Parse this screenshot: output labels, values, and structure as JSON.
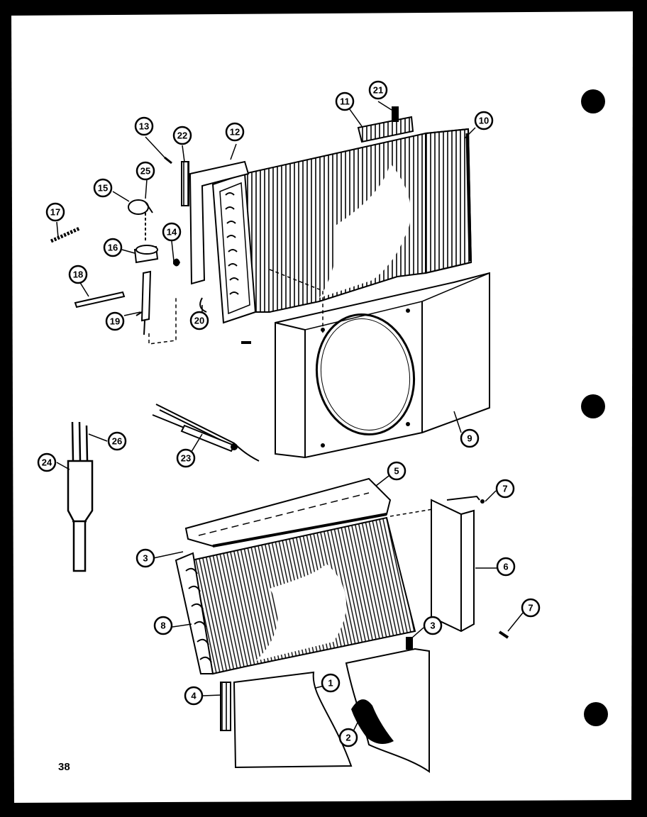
{
  "page_number": "38",
  "callouts": [
    {
      "id": "c1",
      "label": "1"
    },
    {
      "id": "c2",
      "label": "2"
    },
    {
      "id": "c3a",
      "label": "3"
    },
    {
      "id": "c3b",
      "label": "3"
    },
    {
      "id": "c4",
      "label": "4"
    },
    {
      "id": "c5",
      "label": "5"
    },
    {
      "id": "c6",
      "label": "6"
    },
    {
      "id": "c7a",
      "label": "7"
    },
    {
      "id": "c7b",
      "label": "7"
    },
    {
      "id": "c8",
      "label": "8"
    },
    {
      "id": "c9",
      "label": "9"
    },
    {
      "id": "c10",
      "label": "10"
    },
    {
      "id": "c11",
      "label": "11"
    },
    {
      "id": "c12",
      "label": "12"
    },
    {
      "id": "c13",
      "label": "13"
    },
    {
      "id": "c14",
      "label": "14"
    },
    {
      "id": "c15",
      "label": "15"
    },
    {
      "id": "c16",
      "label": "16"
    },
    {
      "id": "c17",
      "label": "17"
    },
    {
      "id": "c18",
      "label": "18"
    },
    {
      "id": "c19",
      "label": "19"
    },
    {
      "id": "c20",
      "label": "20"
    },
    {
      "id": "c21",
      "label": "21"
    },
    {
      "id": "c22",
      "label": "22"
    },
    {
      "id": "c23",
      "label": "23"
    },
    {
      "id": "c24",
      "label": "24"
    },
    {
      "id": "c25",
      "label": "25"
    },
    {
      "id": "c26",
      "label": "26"
    }
  ]
}
